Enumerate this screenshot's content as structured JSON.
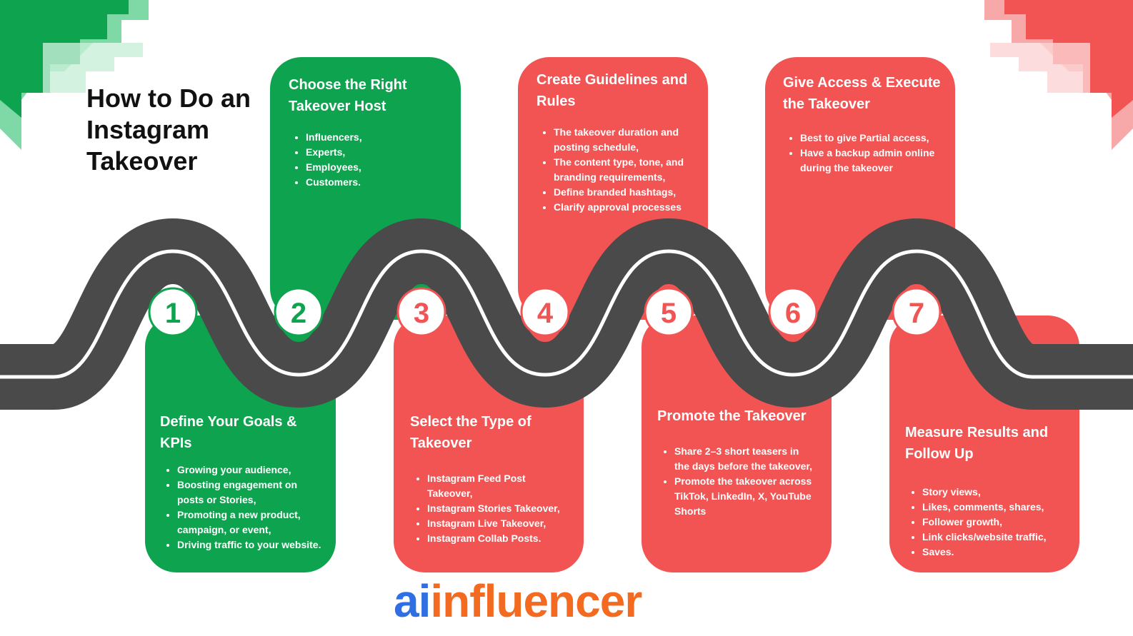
{
  "title": "How to Do an Instagram Takeover",
  "colors": {
    "green": "#0ea44f",
    "red": "#f25454",
    "road": "#4a4a4a",
    "lane": "#ffffff",
    "text_dark": "#111111"
  },
  "steps": [
    {
      "number": "1",
      "title": "Define Your Goals & KPIs",
      "color": "green",
      "bullets": [
        "Growing your audience,",
        "Boosting engagement on posts or Stories,",
        "Promoting a new product, campaign, or event,",
        "Driving traffic to your website."
      ]
    },
    {
      "number": "2",
      "title": "Choose the Right Takeover Host",
      "color": "green",
      "bullets": [
        "Influencers,",
        "Experts,",
        "Employees,",
        "Customers."
      ]
    },
    {
      "number": "3",
      "title": "Select the Type of Takeover",
      "color": "red",
      "bullets": [
        "Instagram Feed Post Takeover,",
        "Instagram Stories Takeover,",
        "Instagram Live Takeover,",
        "Instagram Collab Posts."
      ]
    },
    {
      "number": "4",
      "title": "Create Guidelines and Rules",
      "color": "red",
      "bullets": [
        "The takeover duration and posting schedule,",
        "The content type, tone, and branding requirements,",
        "Define branded hashtags,",
        "Clarify approval processes"
      ]
    },
    {
      "number": "5",
      "title": "Promote the Takeover",
      "color": "red",
      "bullets": [
        "Share 2–3 short teasers in the days before the takeover,",
        "Promote the takeover across TikTok, LinkedIn, X, YouTube Shorts"
      ]
    },
    {
      "number": "6",
      "title": "Give Access & Execute the Takeover",
      "color": "red",
      "bullets": [
        "Best to give Partial access,",
        "Have a backup admin online during the takeover"
      ]
    },
    {
      "number": "7",
      "title": "Measure Results and Follow Up",
      "color": "red",
      "bullets": [
        "Story views,",
        "Likes, comments, shares,",
        "Follower growth,",
        "Link clicks/website traffic,",
        "Saves."
      ]
    }
  ],
  "brand": {
    "prefix": "ai",
    "suffix": "influencer"
  }
}
